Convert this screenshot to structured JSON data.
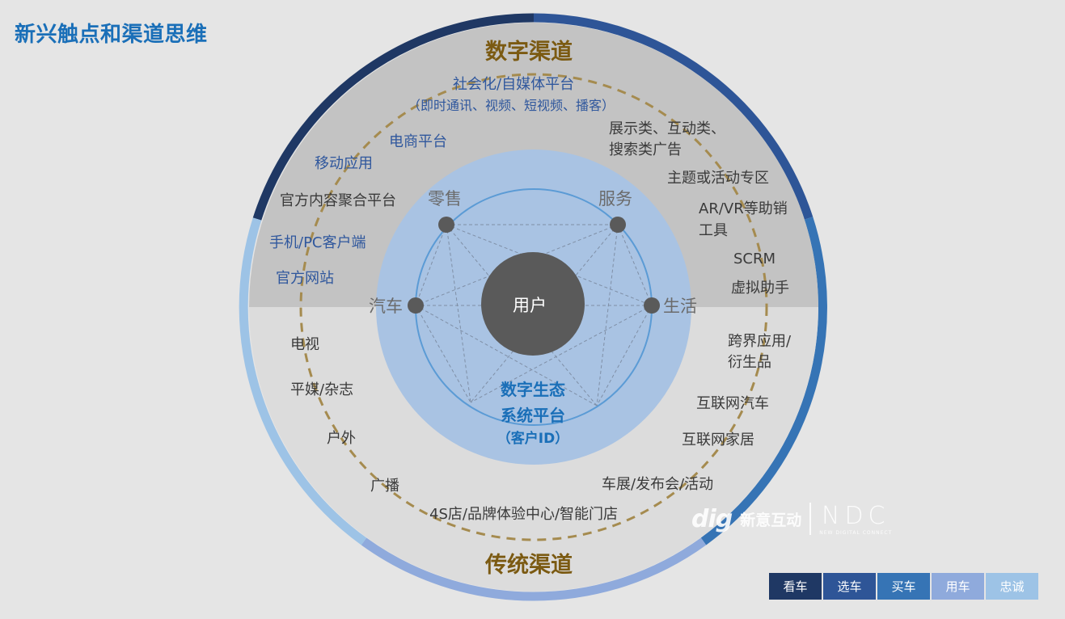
{
  "title": "新兴触点和渠道思维",
  "sections": {
    "digital": "数字渠道",
    "traditional": "传统渠道"
  },
  "digital_channels": {
    "social": "社会化/自媒体平台",
    "social_sub": "（即时通讯、视频、短视频、播客）",
    "ecommerce": "电商平台",
    "mobile_app": "移动应用",
    "official_aggregator": "官方内容聚合平台",
    "client": "手机/PC客户端",
    "official_site": "官方网站",
    "ads_line1": "展示类、互动类、",
    "ads_line2": "搜索类广告",
    "theme_zone": "主题或活动专区",
    "arvr_line1": "AR/VR等助销",
    "arvr_line2": "工具",
    "scrm": "SCRM",
    "virtual_assistant": "虚拟助手"
  },
  "traditional_channels": {
    "tv": "电视",
    "print": "平媒/杂志",
    "outdoor": "户外",
    "radio": "广播",
    "stores": "4S店/品牌体验中心/智能门店",
    "exhibition": "车展/发布会/活动",
    "smart_home": "互联网家居",
    "connected_car": "互联网汽车",
    "crossover_line1": "跨界应用/",
    "crossover_line2": "衍生品"
  },
  "nodes": {
    "retail": "零售",
    "service": "服务",
    "car": "汽车",
    "life": "生活"
  },
  "center": {
    "user": "用户",
    "eco_line1": "数字生态",
    "eco_line2": "系统平台",
    "eco_line3": "（客户ID）"
  },
  "watermark": {
    "logo": "dig",
    "company": "新意互动",
    "brand": "NDC",
    "brand_small": "NEW DIGITAL CONNECT"
  },
  "legend": [
    {
      "label": "看车",
      "color": "#1f3864"
    },
    {
      "label": "选车",
      "color": "#2e5597"
    },
    {
      "label": "买车",
      "color": "#3674b5"
    },
    {
      "label": "用车",
      "color": "#8faadc"
    },
    {
      "label": "忠诚",
      "color": "#9dc3e6"
    }
  ],
  "colors": {
    "ring_top": "#1f3864",
    "ring_blue": "#3674b5",
    "ring_light": "#8faadc",
    "ring_lighter": "#9dc3e6",
    "dashed": "#a58b4f",
    "inner_blue": "#a9c3e3",
    "user": "#5a5a5a"
  }
}
